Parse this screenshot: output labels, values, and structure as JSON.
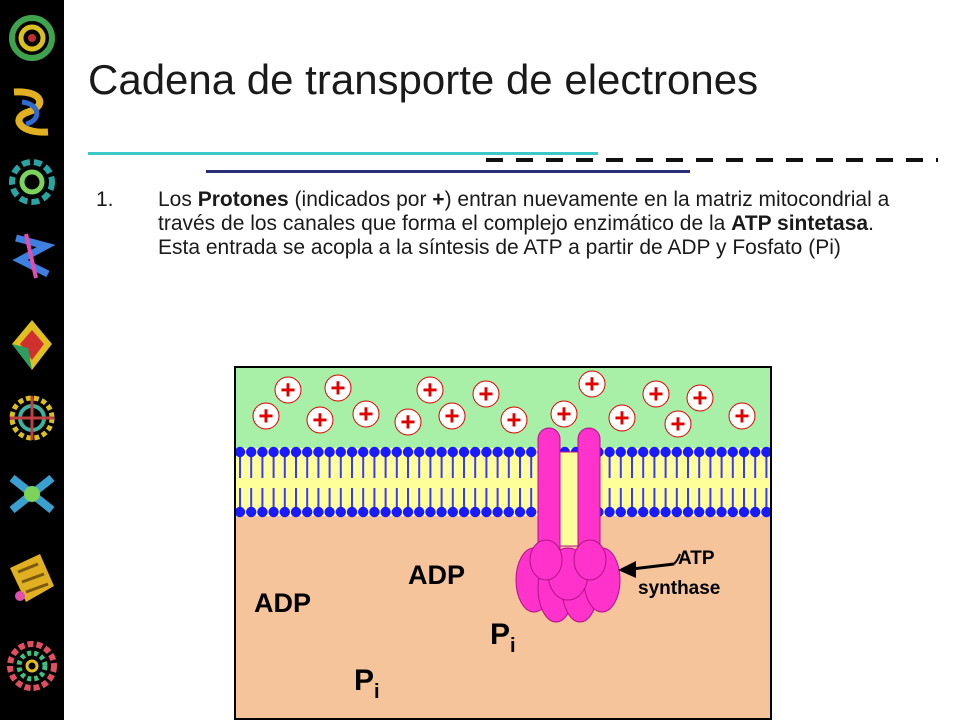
{
  "slide": {
    "title": "Cadena de transporte de electrones",
    "item": {
      "number": "1.",
      "parts": [
        {
          "text": "Los ",
          "bold": false
        },
        {
          "text": "Protones",
          "bold": true
        },
        {
          "text": " (indicados por ",
          "bold": false
        },
        {
          "text": "+",
          "bold": true
        },
        {
          "text": ") entran nuevamente en la matriz mitocondrial a través de los canales que forma el complejo enzimático de la ",
          "bold": false
        },
        {
          "text": "ATP sintetasa",
          "bold": true
        },
        {
          "text": ". Esta entrada se acopla a la síntesis de ATP a partir de ADP y Fosfato (Pi)",
          "bold": false
        }
      ]
    }
  },
  "figure": {
    "proton_symbol": "+",
    "labels": {
      "adp_upper": "ADP",
      "adp_lower": "ADP",
      "pi_upper_main": "P",
      "pi_upper_sub": "i",
      "pi_lower_main": "P",
      "pi_lower_sub": "i",
      "atp_synthase_line1": "ATP",
      "atp_synthase_line2": "synthase"
    },
    "colors": {
      "intermembrane_space": "#a8f0a8",
      "matrix": "#f5c49a",
      "membrane_core": "#ffff99",
      "phospholipid_head": "#1a1aff",
      "synthase": "#ff33cc",
      "proton_fill": "#ffffff",
      "proton_ring": "#e00000"
    }
  }
}
